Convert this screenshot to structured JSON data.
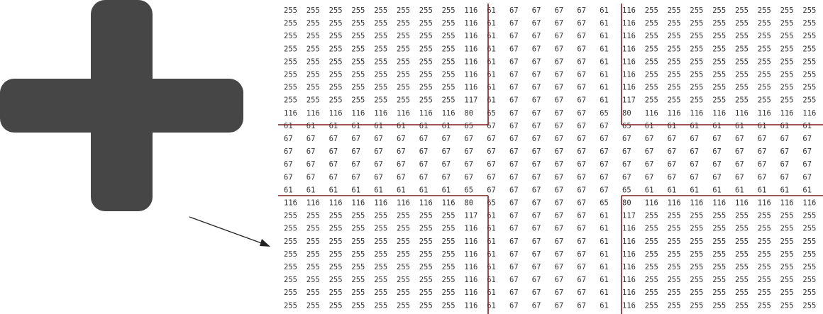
{
  "colors": {
    "shape_fill": "#464646",
    "grid_lines": "#7a1f1f",
    "arrow": "#222222",
    "text": "#333333"
  },
  "diagram": {
    "shape": "plus-icon",
    "arrow": "arrow-to-matrix",
    "matrix_rows": [
      [
        255,
        255,
        255,
        255,
        255,
        255,
        255,
        255,
        116,
        61,
        67,
        67,
        67,
        67,
        61,
        116,
        255,
        255,
        255,
        255,
        255,
        255,
        255,
        255
      ],
      [
        255,
        255,
        255,
        255,
        255,
        255,
        255,
        255,
        116,
        61,
        67,
        67,
        67,
        67,
        61,
        116,
        255,
        255,
        255,
        255,
        255,
        255,
        255,
        255
      ],
      [
        255,
        255,
        255,
        255,
        255,
        255,
        255,
        255,
        116,
        61,
        67,
        67,
        67,
        67,
        61,
        116,
        255,
        255,
        255,
        255,
        255,
        255,
        255,
        255
      ],
      [
        255,
        255,
        255,
        255,
        255,
        255,
        255,
        255,
        116,
        61,
        67,
        67,
        67,
        67,
        61,
        116,
        255,
        255,
        255,
        255,
        255,
        255,
        255,
        255
      ],
      [
        255,
        255,
        255,
        255,
        255,
        255,
        255,
        255,
        116,
        61,
        67,
        67,
        67,
        67,
        61,
        116,
        255,
        255,
        255,
        255,
        255,
        255,
        255,
        255
      ],
      [
        255,
        255,
        255,
        255,
        255,
        255,
        255,
        255,
        116,
        61,
        67,
        67,
        67,
        67,
        61,
        116,
        255,
        255,
        255,
        255,
        255,
        255,
        255,
        255
      ],
      [
        255,
        255,
        255,
        255,
        255,
        255,
        255,
        255,
        116,
        61,
        67,
        67,
        67,
        67,
        61,
        116,
        255,
        255,
        255,
        255,
        255,
        255,
        255,
        255
      ],
      [
        255,
        255,
        255,
        255,
        255,
        255,
        255,
        255,
        117,
        61,
        67,
        67,
        67,
        67,
        61,
        117,
        255,
        255,
        255,
        255,
        255,
        255,
        255,
        255
      ],
      [
        116,
        116,
        116,
        116,
        116,
        116,
        116,
        116,
        80,
        65,
        67,
        67,
        67,
        67,
        65,
        80,
        116,
        116,
        116,
        116,
        116,
        116,
        116,
        116
      ],
      [
        61,
        61,
        61,
        61,
        61,
        61,
        61,
        61,
        65,
        67,
        67,
        67,
        67,
        67,
        67,
        65,
        61,
        61,
        61,
        61,
        61,
        61,
        61,
        61
      ],
      [
        67,
        67,
        67,
        67,
        67,
        67,
        67,
        67,
        67,
        67,
        67,
        67,
        67,
        67,
        67,
        67,
        67,
        67,
        67,
        67,
        67,
        67,
        67,
        67
      ],
      [
        67,
        67,
        67,
        67,
        67,
        67,
        67,
        67,
        67,
        67,
        67,
        67,
        67,
        67,
        67,
        67,
        67,
        67,
        67,
        67,
        67,
        67,
        67,
        67
      ],
      [
        67,
        67,
        67,
        67,
        67,
        67,
        67,
        67,
        67,
        67,
        67,
        67,
        67,
        67,
        67,
        67,
        67,
        67,
        67,
        67,
        67,
        67,
        67,
        67
      ],
      [
        67,
        67,
        67,
        67,
        67,
        67,
        67,
        67,
        67,
        67,
        67,
        67,
        67,
        67,
        67,
        67,
        67,
        67,
        67,
        67,
        67,
        67,
        67,
        67
      ],
      [
        61,
        61,
        61,
        61,
        61,
        61,
        61,
        61,
        65,
        67,
        67,
        67,
        67,
        67,
        67,
        65,
        61,
        61,
        61,
        61,
        61,
        61,
        61,
        61
      ],
      [
        116,
        116,
        116,
        116,
        116,
        116,
        116,
        116,
        80,
        65,
        67,
        67,
        67,
        67,
        65,
        80,
        116,
        116,
        116,
        116,
        116,
        116,
        116,
        116
      ],
      [
        255,
        255,
        255,
        255,
        255,
        255,
        255,
        255,
        117,
        61,
        67,
        67,
        67,
        67,
        61,
        117,
        255,
        255,
        255,
        255,
        255,
        255,
        255,
        255
      ],
      [
        255,
        255,
        255,
        255,
        255,
        255,
        255,
        255,
        116,
        61,
        67,
        67,
        67,
        67,
        61,
        116,
        255,
        255,
        255,
        255,
        255,
        255,
        255,
        255
      ],
      [
        255,
        255,
        255,
        255,
        255,
        255,
        255,
        255,
        116,
        61,
        67,
        67,
        67,
        67,
        61,
        116,
        255,
        255,
        255,
        255,
        255,
        255,
        255,
        255
      ],
      [
        255,
        255,
        255,
        255,
        255,
        255,
        255,
        255,
        116,
        61,
        67,
        67,
        67,
        67,
        61,
        116,
        255,
        255,
        255,
        255,
        255,
        255,
        255,
        255
      ],
      [
        255,
        255,
        255,
        255,
        255,
        255,
        255,
        255,
        116,
        61,
        67,
        67,
        67,
        67,
        61,
        116,
        255,
        255,
        255,
        255,
        255,
        255,
        255,
        255
      ],
      [
        255,
        255,
        255,
        255,
        255,
        255,
        255,
        255,
        116,
        61,
        67,
        67,
        67,
        67,
        61,
        116,
        255,
        255,
        255,
        255,
        255,
        255,
        255,
        255
      ],
      [
        255,
        255,
        255,
        255,
        255,
        255,
        255,
        255,
        116,
        61,
        67,
        67,
        67,
        67,
        61,
        116,
        255,
        255,
        255,
        255,
        255,
        255,
        255,
        255
      ],
      [
        255,
        255,
        255,
        255,
        255,
        255,
        255,
        255,
        116,
        61,
        67,
        67,
        67,
        67,
        61,
        116,
        255,
        255,
        255,
        255,
        255,
        255,
        255,
        255
      ]
    ]
  }
}
